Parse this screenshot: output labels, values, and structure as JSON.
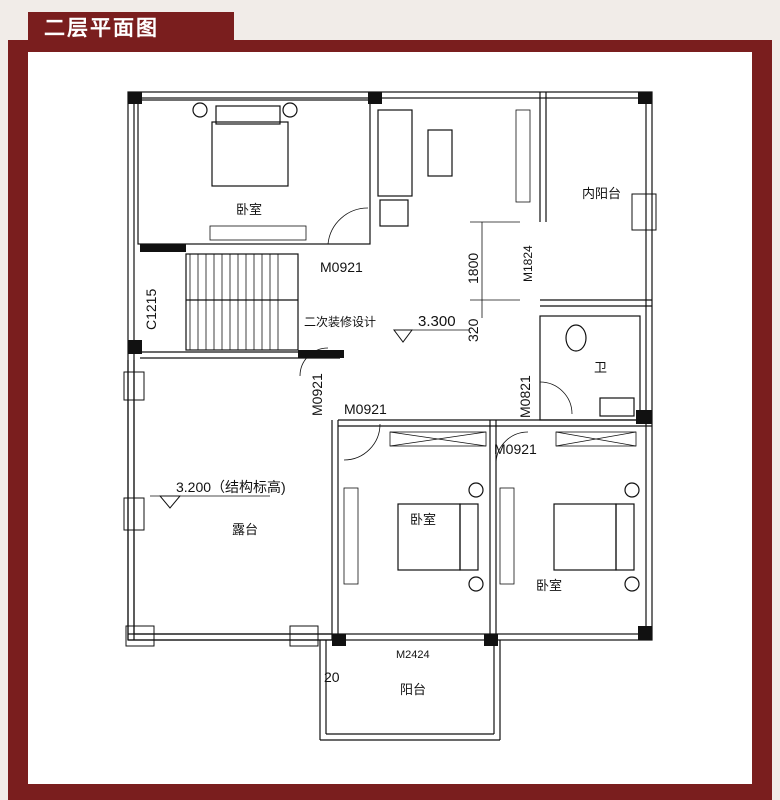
{
  "header": {
    "title": "二层平面图"
  },
  "rooms": {
    "bedroom_nw": "卧室",
    "inner_balcony": "内阳台",
    "bathroom": "卫",
    "bedroom_center": "卧室",
    "bedroom_east": "卧室",
    "terrace": "露台",
    "balcony": "阳台"
  },
  "annotations": {
    "door_m0921_a": "M0921",
    "door_m1824": "M1824",
    "dim_1800": "1800",
    "dim_320": "320",
    "window_c1215": "C1215",
    "secondary_design": "二次装修设计",
    "elev_330": "3.300",
    "door_m0921_b": "M0921",
    "door_m0921_c": "M0921",
    "door_m0821": "M0821",
    "door_m0921_d": "M0921",
    "elev_320": "3.200（结构标高)",
    "door_m2424": "M2424",
    "dim_20": "20"
  },
  "colors": {
    "frame": "#7a1e1e",
    "wall": "#111111",
    "paper": "#ffffff"
  }
}
